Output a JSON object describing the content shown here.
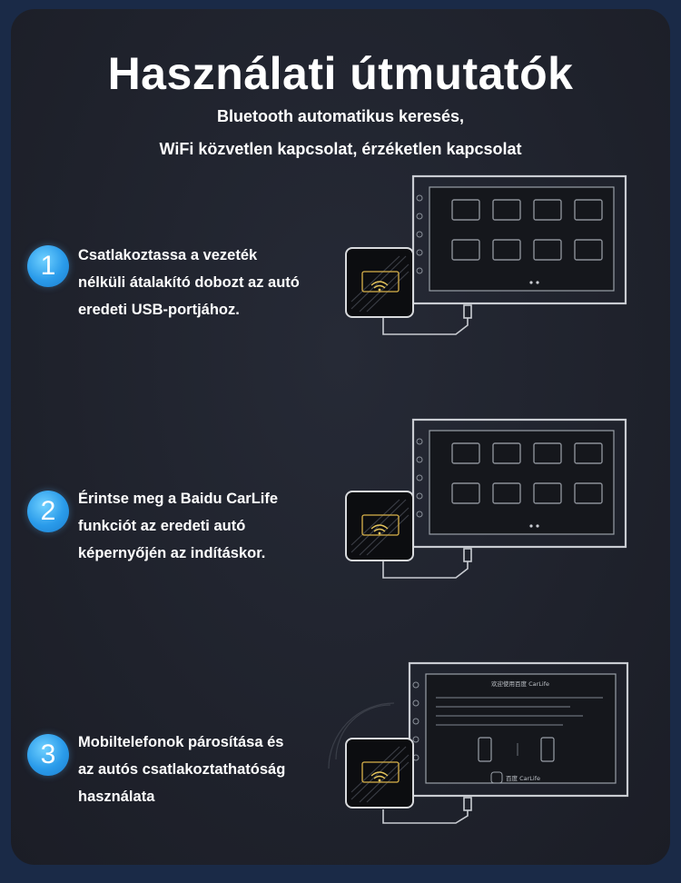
{
  "title": "Használati útmutatók",
  "subtitle": {
    "line1": "Bluetooth automatikus keresés,",
    "line2": "WiFi közvetlen kapcsolat, érzéketlen kapcsolat"
  },
  "steps": [
    {
      "number": "1",
      "text_lines": [
        "Csatlakoztassa a vezeték",
        "nélküli átalakító dobozt az autó",
        "eredeti USB-portjához."
      ]
    },
    {
      "number": "2",
      "text_lines": [
        "Érintse meg a Baidu CarLife",
        "funkciót az eredeti autó",
        "képernyőjén az indításkor."
      ]
    },
    {
      "number": "3",
      "text_lines": [
        "Mobiltelefonok párosítása és",
        "az autós csatlakoztathatóság",
        "használata"
      ]
    }
  ],
  "carlife_screen": {
    "title": "欢迎使用百度 CarLife",
    "brand": "百度 CarLife"
  },
  "colors": {
    "badge": "#2a9bea",
    "background": "#1a2a47",
    "card": "#22252f"
  }
}
